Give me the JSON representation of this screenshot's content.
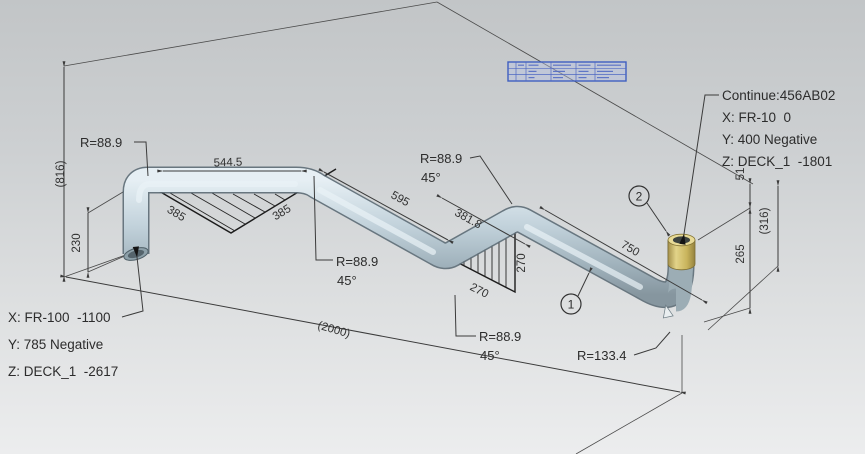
{
  "annotations": {
    "continue_block": {
      "title": "Continue:456AB02",
      "x": "X: FR-10  0",
      "y": "Y: 400 Negative",
      "z": "Z: DECK_1  -1801"
    },
    "start_block": {
      "x": "X: FR-100  -1100",
      "y": "Y: 785 Negative",
      "z": "Z: DECK_1  -2617"
    }
  },
  "bend_labels": {
    "bend1_radius": "R=88.9",
    "bend2_radius": "R=88.9",
    "bend2_angle": "45°",
    "bend3_radius": "R=88.9",
    "bend3_angle": "45°",
    "bend4_radius": "R=88.9",
    "bend4_angle": "45°",
    "bend5_radius": "R=133.4"
  },
  "dimensions": {
    "overall_height": "(816)",
    "overall_length": "(2000)",
    "end_height": "(316)",
    "start_leg": "230",
    "top_run": "544.5",
    "triangle1_left": "385",
    "triangle1_right": "385",
    "diagonal_run": "595",
    "diagonal_partial": "381.8",
    "offset_vertical": "270",
    "offset_base": "270",
    "end_run": "750",
    "end_top": "51",
    "end_drop": "265"
  },
  "balloons": {
    "item1": "1",
    "item2": "2"
  },
  "colors": {
    "background_top": "#c3c6c8",
    "background_bottom": "#ebeced",
    "pipe_light": "#e3edf2",
    "pipe_mid": "#b7c8d2",
    "pipe_dark": "#87979f",
    "coupling_gold": "#cdb85e",
    "table_blue": "#3f5fc0",
    "line_color": "#3b3b3b"
  }
}
